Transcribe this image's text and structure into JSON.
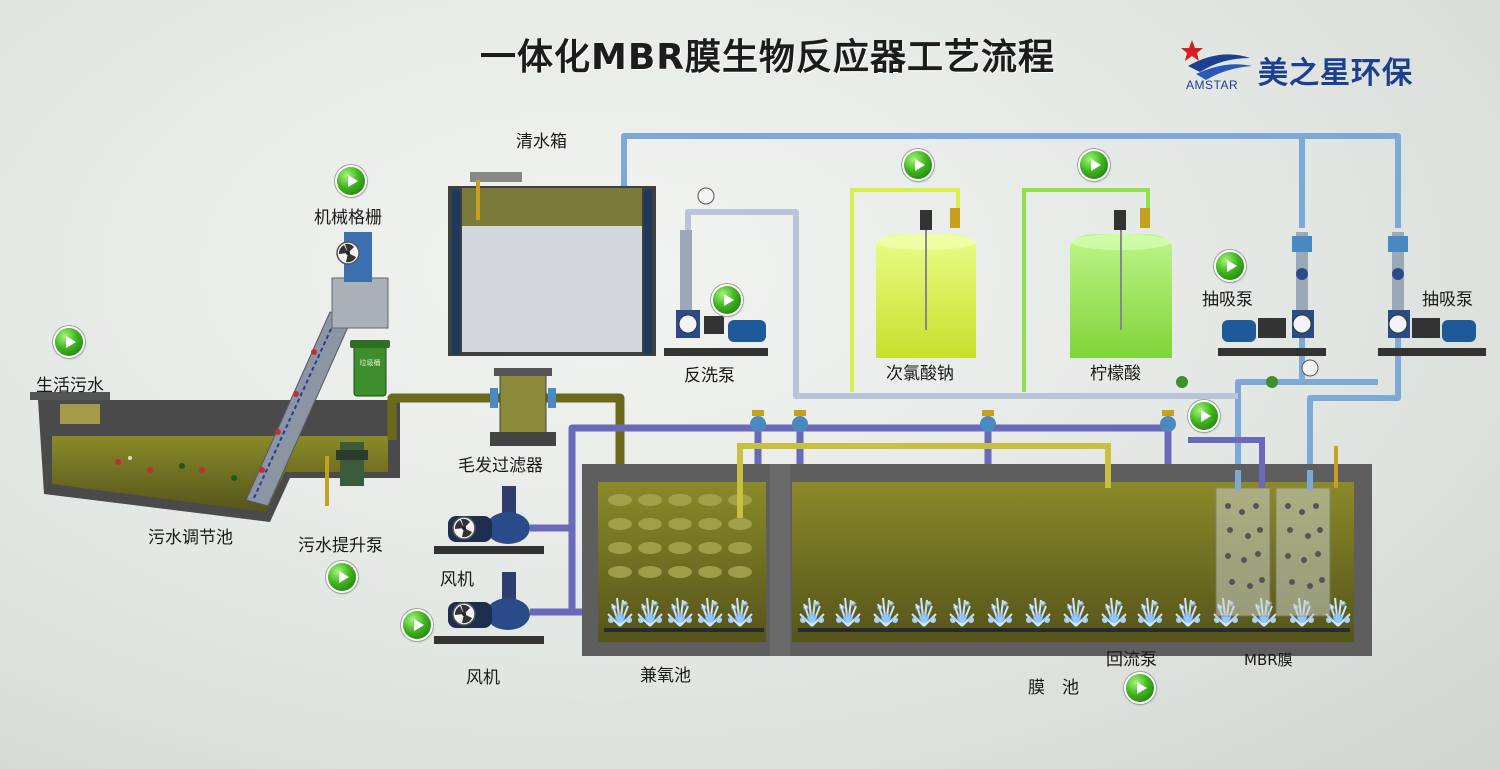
{
  "title": "一体化MBR膜生物反应器工艺流程",
  "brand": {
    "name": "美之星环保",
    "sub": "AMSTAR"
  },
  "labels": {
    "domestic_sewage": "生活污水",
    "mechanical_screen": "机械格栅",
    "regulation_tank": "污水调节池",
    "lift_pump": "污水提升泵",
    "clean_water_tank": "清水箱",
    "hair_filter": "毛发过滤器",
    "blower_1": "风机",
    "blower_2": "风机",
    "backwash_pump": "反洗泵",
    "sodium_hypochlorite": "次氯酸钠",
    "citric_acid": "柠檬酸",
    "suction_pump_1": "抽吸泵",
    "suction_pump_2": "抽吸泵",
    "anoxic_tank": "兼氧池",
    "reflux_pump": "回流泵",
    "membrane_tank": "膜　池",
    "mbr_membrane": "MBR膜",
    "garbage_bin": "垃圾桶"
  },
  "colors": {
    "sewage": "#6b6a1c",
    "air_pipe": "#6a68b8",
    "clean_pipe": "#7aa8d8",
    "naclo": "#d8f04a",
    "citric": "#8fe04a",
    "play": "#3fb51f",
    "brand": "#1d3f8f"
  }
}
